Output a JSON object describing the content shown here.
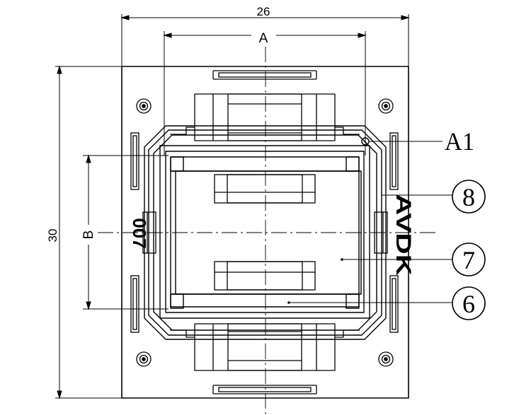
{
  "drawing": {
    "dimensions": {
      "width_value": "26",
      "height_value": "30",
      "dim_a": "A",
      "dim_b": "B"
    },
    "callouts": {
      "a1": "A1",
      "c8": "8",
      "c7": "7",
      "c6": "6"
    },
    "marking": "007",
    "logo_text": "AVDK"
  }
}
